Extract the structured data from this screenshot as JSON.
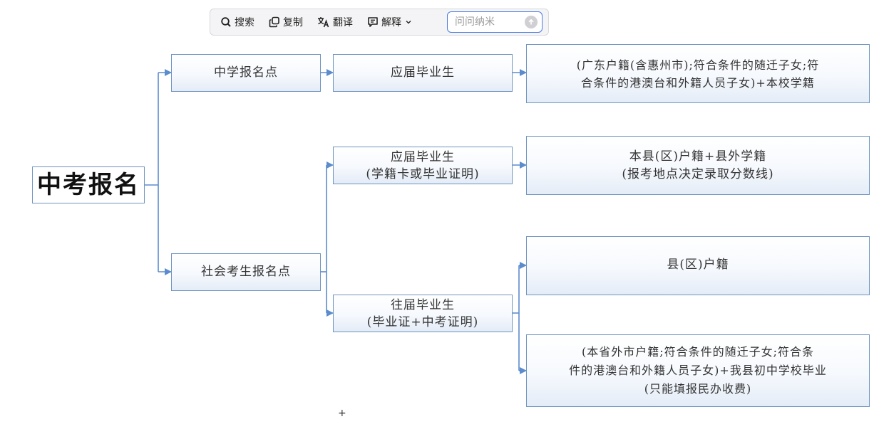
{
  "toolbar": {
    "search_label": "搜索",
    "copy_label": "复制",
    "translate_label": "翻译",
    "explain_label": "解释",
    "ask_placeholder": "问问纳米"
  },
  "diagram": {
    "root": "中考报名",
    "branch_school": "中学报名点",
    "branch_social": "社会考生报名点",
    "school_grad": "应届毕业生",
    "school_grad_req": [
      "(广东户籍(含惠州市);符合条件的随迁子女;符",
      "合条件的港澳台和外籍人员子女)+本校学籍"
    ],
    "social_current": [
      "应届毕业生",
      "(学籍卡或毕业证明)"
    ],
    "social_current_req": [
      "本县(区)户籍+县外学籍",
      "(报考地点决定录取分数线)"
    ],
    "social_past": [
      "往届毕业生",
      "(毕业证+中考证明)"
    ],
    "social_past_req1": "县(区)户籍",
    "social_past_req2": [
      "(本省外市户籍;符合条件的随迁子女;符合条",
      "件的港澳台和外籍人员子女)+我县初中学校毕业",
      "(只能填报民办收费)"
    ]
  },
  "colors": {
    "line": "#5b8ccd",
    "box_border": "#6f95c2"
  }
}
